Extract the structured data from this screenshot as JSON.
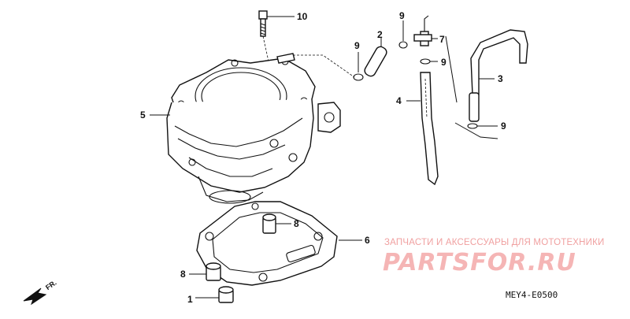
{
  "diagram": {
    "callouts": {
      "c1": "1",
      "c2": "2",
      "c3": "3",
      "c4": "4",
      "c5": "5",
      "c6": "6",
      "c7": "7",
      "c8a": "8",
      "c8b": "8",
      "c9a": "9",
      "c9b": "9",
      "c9c": "9",
      "c9d": "9",
      "c10": "10"
    },
    "direction_label": "FR.",
    "reference_code": "MEY4-E0500"
  },
  "watermark": {
    "caption": "ЗАПЧАСТИ И АКСЕССУАРЫ ДЛЯ МОТОТЕХНИКИ",
    "logo_text": "PARTSFOR.RU",
    "color": "#f5b5b5"
  }
}
